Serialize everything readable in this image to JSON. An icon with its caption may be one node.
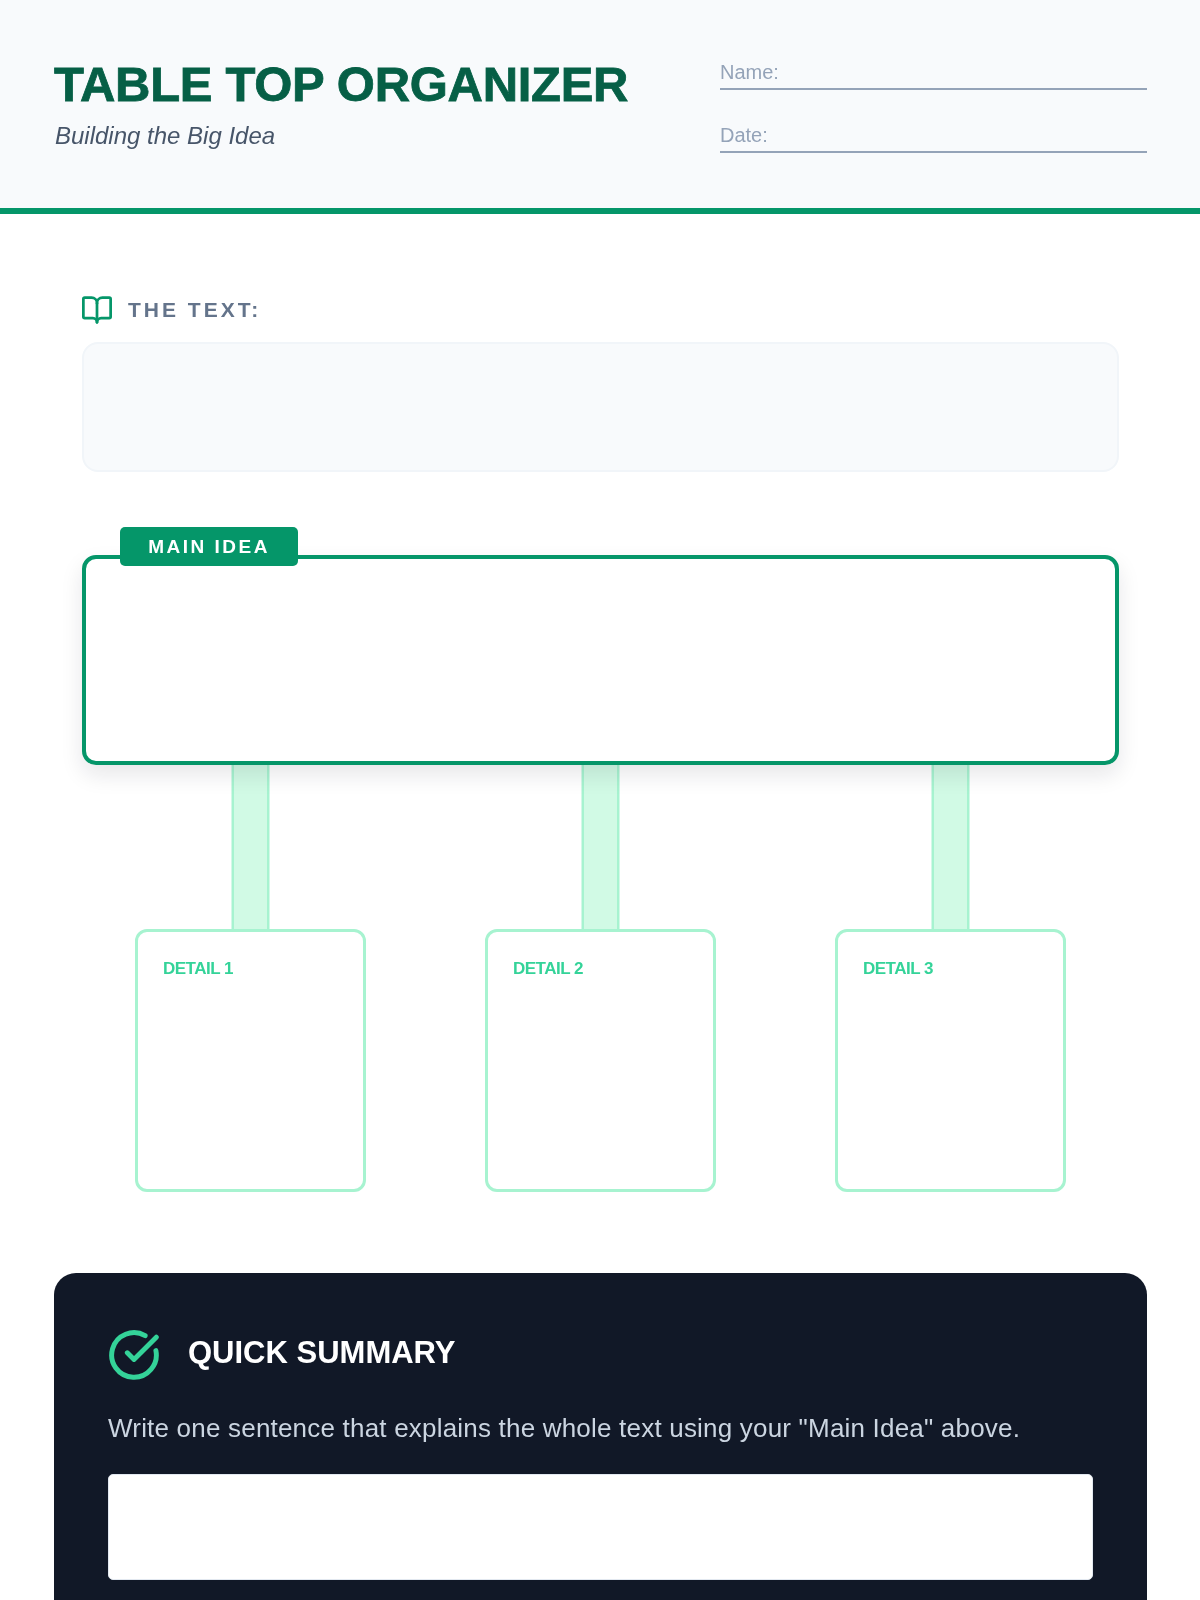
{
  "diagram": {
    "title": "TABLE TOP ORGANIZER",
    "nodes": [
      {
        "text": [
          "THE TEXT:"
        ]
      },
      {
        "text": [
          "MAIN IDEA"
        ]
      },
      {
        "text": [
          "DETAIL 1"
        ]
      },
      {
        "text": [
          "DETAIL 2"
        ]
      },
      {
        "text": [
          "DETAIL 3"
        ]
      },
      {
        "text": [
          "QUICK SUMMARY",
          "Write one sentence that explains the whole text using your \"Main Idea\" above."
        ]
      }
    ],
    "edges": [
      {
        "from": 1,
        "to": 2,
        "arrow": "none",
        "style": "thick"
      },
      {
        "from": 1,
        "to": 3,
        "arrow": "none",
        "style": "thick"
      },
      {
        "from": 1,
        "to": 4,
        "arrow": "none",
        "style": "thick"
      }
    ],
    "labels": [
      "Building the Big Idea",
      "Name:",
      "Date:"
    ]
  }
}
